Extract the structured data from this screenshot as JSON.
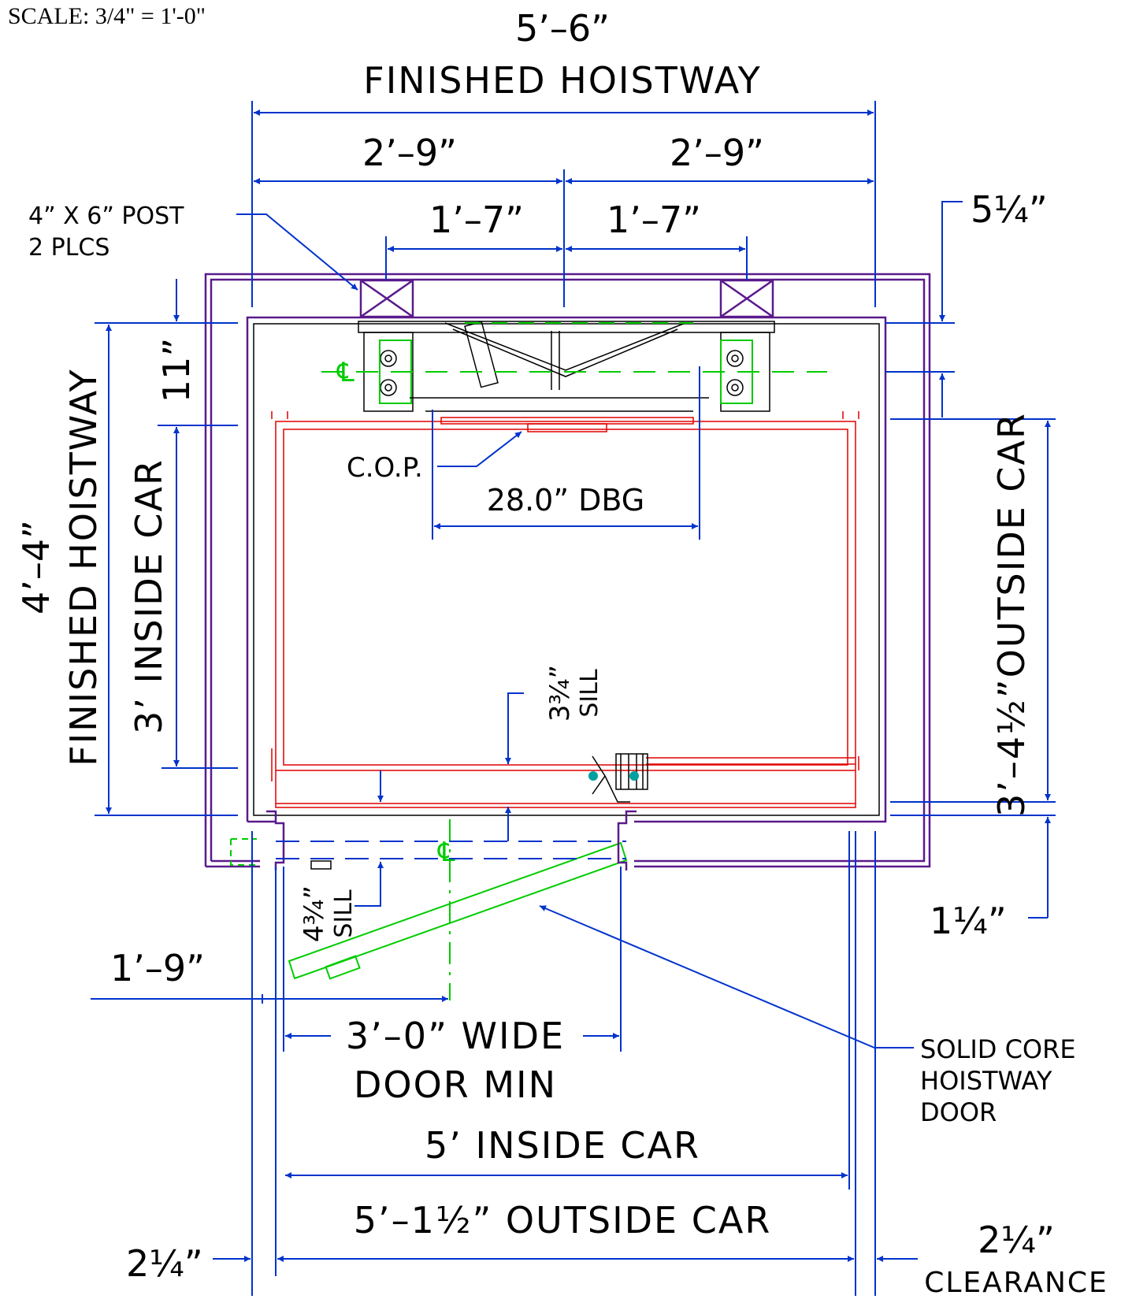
{
  "scale": "SCALE: 3/4\" = 1'-0\"",
  "dims": {
    "top_overall": "5’–6”",
    "top_overall_caption": "FINISHED HOISTWAY",
    "top_left_half": "2’–9”",
    "top_right_half": "2’–9”",
    "post_left_offset": "1’–7”",
    "post_right_offset": "1’–7”",
    "post_note_1": "4” X 6” POST",
    "post_note_2": "2 PLCS",
    "rail_offset": "5¼”",
    "left_vertical": "4’–4”",
    "left_vertical_caption": "FINISHED HOISTWAY",
    "eleven": "11”",
    "inside_car_depth": "3’ INSIDE CAR",
    "outside_car_depth": "3’–4½”OUTSIDE CAR",
    "cop": "C.O.P.",
    "dbg": "28.0” DBG",
    "car_sill_value": "3¾”",
    "car_sill_word": "SILL",
    "hw_sill_value": "4¾”",
    "hw_sill_word": "SILL",
    "bottom_gap": "1¼”",
    "one_nine": "1’–9”",
    "door_width": "3’–0” WIDE",
    "door_min": "DOOR MIN",
    "inside_car_width": "5’ INSIDE CAR",
    "outside_car_width": "5’–1½” OUTSIDE CAR",
    "left_clear": "2¼”",
    "right_clear": "2¼”",
    "clearance": "CLEARANCE",
    "door_note_1": "SOLID CORE",
    "door_note_2": "HOISTWAY",
    "door_note_3": "DOOR",
    "centerline_mark": "℄"
  },
  "colors": {
    "dimension": "#0033cc",
    "wall": "#5a1a8c",
    "car": "#e00000",
    "door": "#00cc00"
  }
}
